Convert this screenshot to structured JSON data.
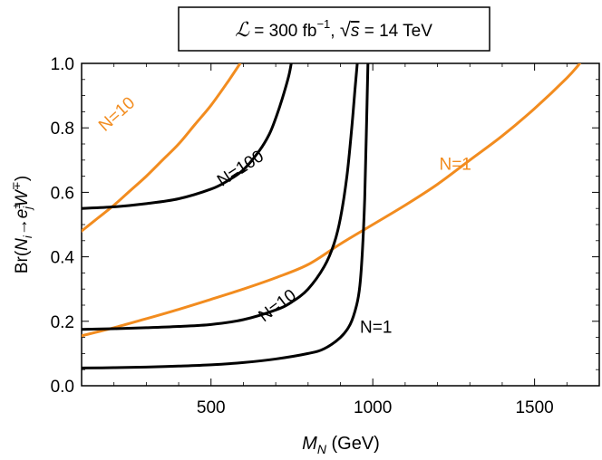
{
  "chart_data": {
    "type": "line",
    "title": "= 300 fb, = 14 TeV",
    "title_parts": {
      "lumi_symbol": "ℒ",
      "eq1": " = 300 fb",
      "exp1": "−1",
      "comma": ", ",
      "sqrt_sym": "√",
      "s": "s",
      "eq2": " = 14 TeV"
    },
    "xlabel": "M_N (GeV)",
    "xlabel_parts": {
      "M": "M",
      "sub": "N",
      "rest": " (GeV)"
    },
    "ylabel": "Br(N_i→e_j^± W^∓)",
    "ylabel_parts": {
      "pre": "Br(",
      "N": "N",
      "i": "i",
      "arrow": "→",
      "e": "e",
      "pm": "±",
      "j": "j",
      "W": "W",
      "mp": "∓",
      "close": ")"
    },
    "xlim": [
      100,
      1700
    ],
    "ylim": [
      0.0,
      1.0
    ],
    "xticks": [
      500,
      1000,
      1500
    ],
    "xtick_labels": [
      "500",
      "1000",
      "1500"
    ],
    "yticks": [
      0.0,
      0.2,
      0.4,
      0.6,
      0.8,
      1.0
    ],
    "ytick_labels": [
      "0.0",
      "0.2",
      "0.4",
      "0.6",
      "0.8",
      "1.0"
    ],
    "grid": false,
    "colors": {
      "black": "#000000",
      "orange": "#F28C1F"
    },
    "series": [
      {
        "name": "N=1",
        "color": "#F28C1F",
        "x": [
          100,
          200,
          300,
          400,
          500,
          600,
          700,
          800,
          900,
          1000,
          1100,
          1200,
          1300,
          1400,
          1500,
          1600,
          1640
        ],
        "y": [
          0.155,
          0.18,
          0.208,
          0.237,
          0.268,
          0.3,
          0.335,
          0.376,
          0.44,
          0.5,
          0.56,
          0.625,
          0.7,
          0.775,
          0.86,
          0.955,
          1.0
        ]
      },
      {
        "name": "N=10",
        "color": "#F28C1F",
        "x": [
          100,
          150,
          200,
          250,
          300,
          350,
          400,
          450,
          500,
          550,
          590
        ],
        "y": [
          0.48,
          0.52,
          0.56,
          0.605,
          0.65,
          0.7,
          0.75,
          0.81,
          0.87,
          0.94,
          1.0
        ]
      },
      {
        "name": "N=100",
        "color": "#000000",
        "x": [
          100,
          200,
          300,
          400,
          500,
          550,
          600,
          650,
          680,
          700,
          720,
          740,
          748
        ],
        "y": [
          0.55,
          0.555,
          0.565,
          0.58,
          0.61,
          0.635,
          0.67,
          0.73,
          0.78,
          0.83,
          0.89,
          0.96,
          1.0
        ]
      },
      {
        "name": "N=10",
        "color": "#000000",
        "x": [
          100,
          200,
          300,
          400,
          500,
          600,
          700,
          750,
          800,
          850,
          880,
          900,
          920,
          935,
          945,
          952
        ],
        "y": [
          0.175,
          0.177,
          0.18,
          0.184,
          0.19,
          0.205,
          0.235,
          0.26,
          0.3,
          0.37,
          0.44,
          0.52,
          0.65,
          0.8,
          0.92,
          1.0
        ]
      },
      {
        "name": "N=1",
        "color": "#000000",
        "x": [
          100,
          200,
          300,
          400,
          500,
          600,
          700,
          800,
          850,
          900,
          930,
          950,
          960,
          968,
          975,
          980,
          985
        ],
        "y": [
          0.055,
          0.056,
          0.058,
          0.061,
          0.065,
          0.072,
          0.083,
          0.1,
          0.115,
          0.15,
          0.19,
          0.25,
          0.31,
          0.42,
          0.58,
          0.78,
          1.0
        ]
      }
    ],
    "annotations": [
      {
        "text": "N=10",
        "color": "#F28C1F",
        "x": 220,
        "y": 0.83,
        "angle": -42
      },
      {
        "text": "N=100",
        "color": "#000000",
        "x": 600,
        "y": 0.66,
        "angle": -33
      },
      {
        "text": "N=1",
        "color": "#F28C1F",
        "x": 1255,
        "y": 0.67,
        "angle": 0
      },
      {
        "text": "N=10",
        "color": "#000000",
        "x": 715,
        "y": 0.235,
        "angle": -37
      },
      {
        "text": "N=1",
        "color": "#000000",
        "x": 1010,
        "y": 0.165,
        "angle": 0
      }
    ]
  }
}
